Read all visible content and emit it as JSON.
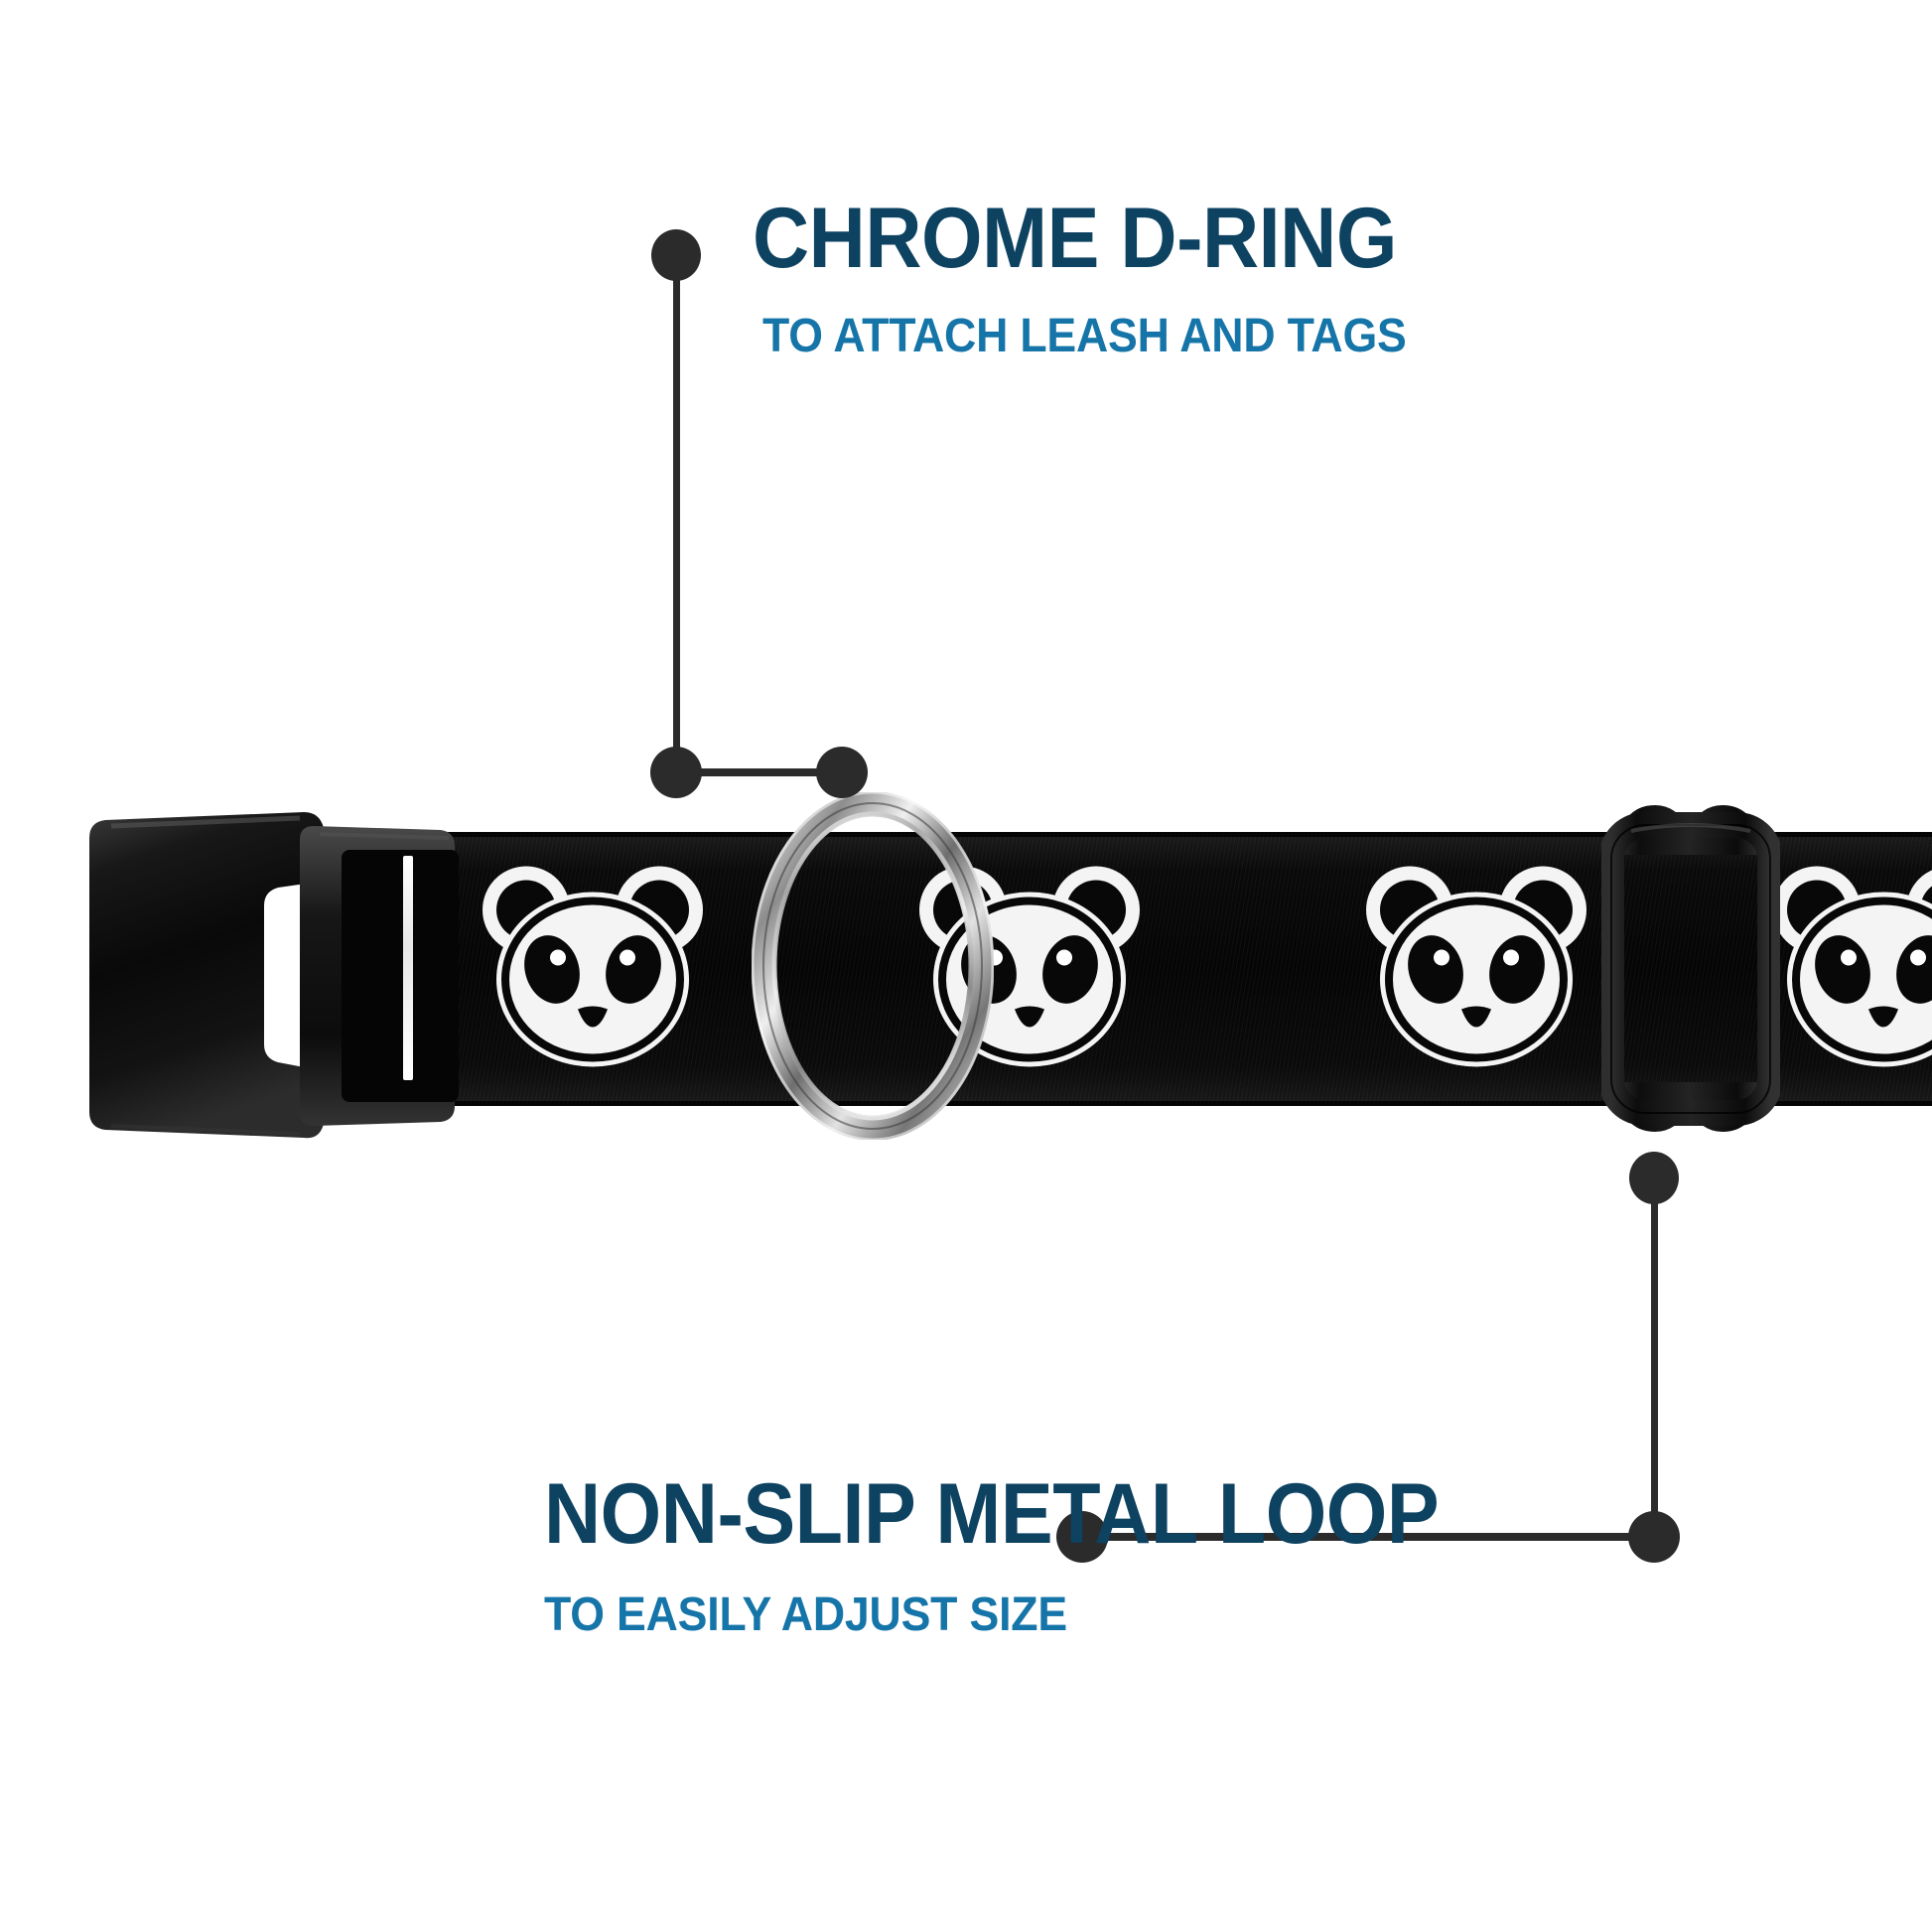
{
  "page": {
    "background_color": "#ffffff",
    "product": "dog collar infographic"
  },
  "colors": {
    "title_navy": "#0d4261",
    "subtitle_blue": "#1574a8",
    "leader_dark": "#2b2b2b",
    "strap_black": "#070707",
    "chrome_silver": "#c9c9c9",
    "motif_white": "#f2f2f2"
  },
  "callouts": [
    {
      "id": "chrome-d-ring",
      "title": "CHROME D-RING",
      "subtitle": "TO ATTACH LEASH AND TAGS",
      "position": "top"
    },
    {
      "id": "non-slip-metal-loop",
      "title": "NON-SLIP METAL LOOP",
      "subtitle": "TO EASILY ADJUST SIZE",
      "position": "bottom"
    }
  ],
  "product_parts": [
    {
      "name": "side-release-buckle",
      "label": "Side release buckle",
      "color": "#0a0a0a"
    },
    {
      "name": "webbing-strap",
      "label": "Black webbing strap with panda faces",
      "color": "#070707"
    },
    {
      "name": "chrome-d-ring",
      "label": "Chrome D-ring",
      "color": "#c9c9c9"
    },
    {
      "name": "metal-adjuster-loop",
      "label": "Non-slip metal loop",
      "color": "#141414"
    },
    {
      "name": "panda-motif",
      "label": "Panda face pattern",
      "color": "#f2f2f2"
    }
  ],
  "motifs": {
    "pattern_name": "panda-face",
    "count_visible": 4,
    "face_color": "#f2f2f2",
    "detail_color": "#080808"
  }
}
